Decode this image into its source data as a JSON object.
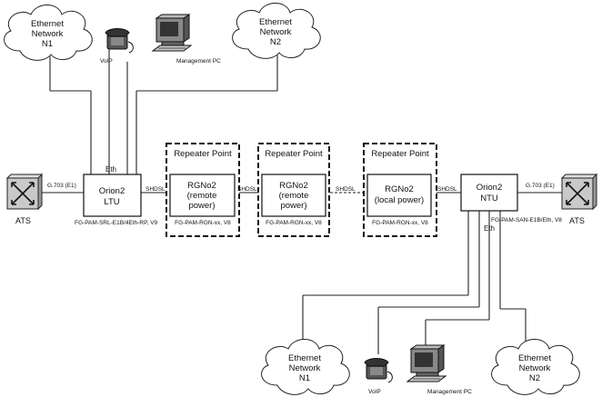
{
  "clouds_top": [
    {
      "lines": [
        "Ethernet",
        "Network",
        "N1"
      ]
    },
    {
      "lines": [
        "Ethernet",
        "Network",
        "N2"
      ]
    }
  ],
  "clouds_bottom": [
    {
      "lines": [
        "Ethernet",
        "Network",
        "N1"
      ]
    },
    {
      "lines": [
        "Ethernet",
        "Network",
        "N2"
      ]
    }
  ],
  "top_voip": "VoIP",
  "top_pc": "Management PC",
  "bottom_voip": "VoIP",
  "bottom_pc": "Management PC",
  "ats_left": "ATS",
  "ats_right": "ATS",
  "g703_left": "G.703 (E1)",
  "g703_right": "G.703 (E1)",
  "ltu": {
    "lines": [
      "Orion2",
      "LTU"
    ],
    "eth": "Eth",
    "model": "FG-PAM-SRL-E1B/4Eth-RP, V9"
  },
  "ntu": {
    "lines": [
      "Orion2",
      "NTU"
    ],
    "eth": "Eth",
    "model": "FG-PAM-SAN-E1B/Eth, V8"
  },
  "repeaters": [
    {
      "title": "Repeater Point",
      "lines": [
        "RGNo2",
        "(remote",
        "power)"
      ],
      "model": "FG-PAM-RGN-xx, V8"
    },
    {
      "title": "Repeater Point",
      "lines": [
        "RGNo2",
        "(remote",
        "power)"
      ],
      "model": "FG-PAM-RGN-xx, V8"
    },
    {
      "title": "Repeater Point",
      "lines": [
        "RGNo2",
        "(local power)"
      ],
      "model": "FG-PAM-RGN-xx, V8"
    }
  ],
  "shdsl_labels": [
    "SHDSL",
    "SHDSL",
    "SHDSL",
    "SHDSL"
  ]
}
